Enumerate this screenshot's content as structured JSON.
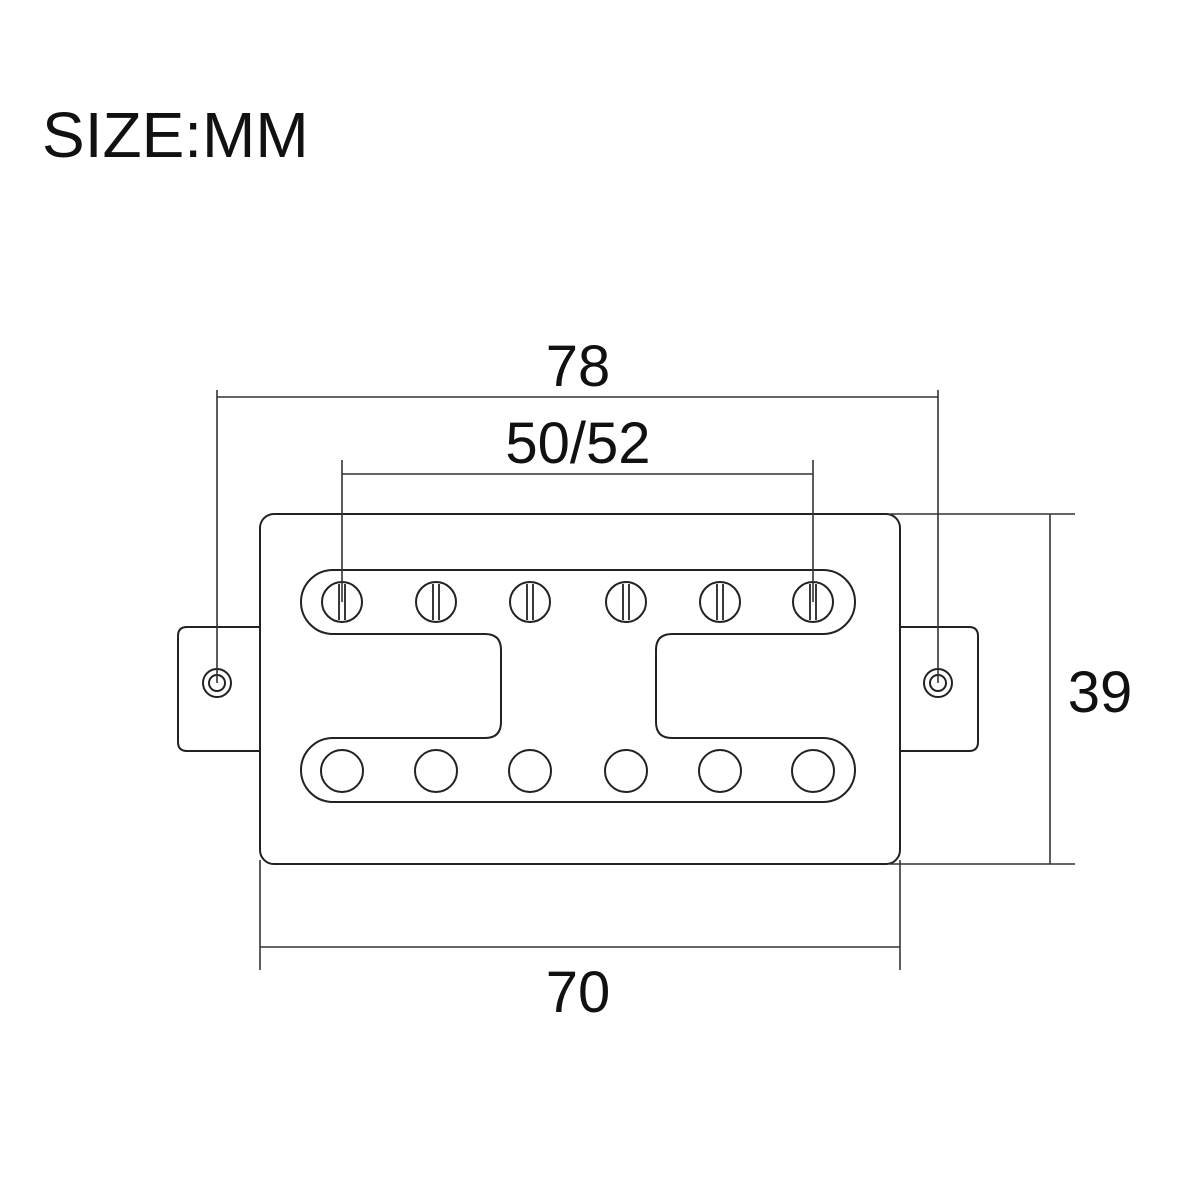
{
  "title": "SIZE:MM",
  "dimensions": {
    "overall_width": "78",
    "pole_spacing": "50/52",
    "height": "39",
    "body_width": "70"
  },
  "pickup": {
    "slotted_poles": 6,
    "plain_poles": 6
  },
  "colors": {
    "line": "#222222",
    "background": "#ffffff"
  }
}
